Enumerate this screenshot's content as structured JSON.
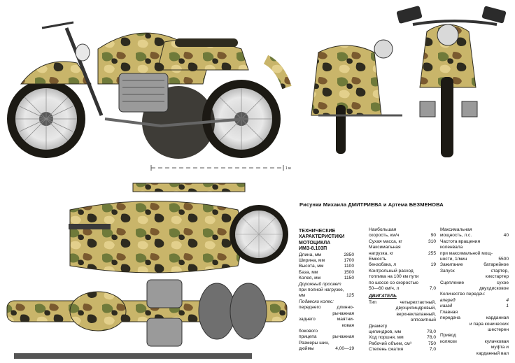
{
  "credit": "Рисунки Михаила ДМИТРИЕВА и Артема БЕЗМЕНОВА",
  "scale_label": "1 м",
  "colors": {
    "khaki": "#b7a25a",
    "olive": "#6f7a3a",
    "sand": "#e3d08c",
    "dark": "#2e2b1f",
    "brown": "#7a5a2f",
    "steel": "#8c8c8c",
    "chrome": "#cfcfcf"
  },
  "icons": [
    "motorcycle-side-view",
    "motorcycle-front-view",
    "motorcycle-top-view",
    "motorcycle-sidecar-side-view"
  ],
  "specs": {
    "title": "ТЕХНИЧЕСКИЕ ХАРАКТЕРИСТИКИ МОТОЦИКЛА ИМЗ-8.103П",
    "title_lines": [
      "ТЕХНИЧЕСКИЕ",
      "ХАРАКТЕРИСТИКИ",
      "МОТОЦИКЛА",
      "ИМЗ-8.103П"
    ],
    "dims": [
      {
        "label": "Длина, мм",
        "value": "2850"
      },
      {
        "label": "Ширина, мм",
        "value": "1700"
      },
      {
        "label": "Высота, мм",
        "value": "1100"
      },
      {
        "label": "База, мм",
        "value": "1500"
      },
      {
        "label": "Колея, мм",
        "value": "1150"
      }
    ],
    "clearance": {
      "label1": "Дорожный просвет",
      "label2": "при полной нагрузке,",
      "label3": "мм",
      "value": "125"
    },
    "suspension_title": "Подвески колес:",
    "suspension": [
      {
        "label": "переднего",
        "value": "длинно-"
      },
      {
        "label": "",
        "value": "рычажная"
      },
      {
        "label": "заднего",
        "value": "маятни-"
      },
      {
        "label": "",
        "value": "ковая"
      },
      {
        "label": "бокового",
        "value": ""
      },
      {
        "label": "прицепа",
        "value": "рычажная"
      }
    ],
    "tires": {
      "label1": "Размеры шин,",
      "label2": "дюймы",
      "value": "4,00—19"
    },
    "col2": [
      {
        "label": "Наибольшая",
        "value": ""
      },
      {
        "label": "скорость, км/ч",
        "value": "90"
      },
      {
        "label": "Сухая масса, кг",
        "value": "310"
      },
      {
        "label": "Максимальная",
        "value": ""
      },
      {
        "label": "нагрузка, кг",
        "value": "255"
      },
      {
        "label": "Емкость",
        "value": ""
      },
      {
        "label": "бензобака, л",
        "value": "19"
      },
      {
        "label": "Контрольный расход",
        "value": ""
      },
      {
        "label": "топлива на 100 км пути",
        "value": ""
      },
      {
        "label": "по шоссе со скоростью",
        "value": ""
      },
      {
        "label": "50—60 км/ч, л",
        "value": "7,0"
      }
    ],
    "engine_title": "ДВИГАТЕЛЬ",
    "engine_type": [
      "Тип",
      "четырехтактный,",
      "двухцилиндровый,",
      "верхнеклапанный,",
      "оппозитный"
    ],
    "engine": [
      {
        "label": "Диаметр",
        "value": ""
      },
      {
        "label": "цилиндров, мм",
        "value": "78,0"
      },
      {
        "label": "Ход поршня, мм",
        "value": "78,0"
      },
      {
        "label": "Рабочий объем, см³",
        "value": "750"
      },
      {
        "label": "Степень сжатия",
        "value": "7,0"
      }
    ],
    "col3": [
      {
        "label": "Максимальная",
        "value": ""
      },
      {
        "label": "мощность, л.с.",
        "value": "40"
      },
      {
        "label": "Частота вращения",
        "value": ""
      },
      {
        "label": "коленвала",
        "value": ""
      },
      {
        "label": "при максимальной мощ-",
        "value": ""
      },
      {
        "label": "ности, 1/мин",
        "value": "5500"
      },
      {
        "label": "Зажигание",
        "value": "батарейное"
      },
      {
        "label": "Запуск",
        "value": "стартер,"
      },
      {
        "label": "",
        "value": "кикстартер"
      },
      {
        "label": "Сцепление",
        "value": "сухое"
      },
      {
        "label": "",
        "value": "двухдисковое"
      },
      {
        "label": "Количество передач:",
        "value": ""
      },
      {
        "label": "вперед",
        "value": "4"
      },
      {
        "label": "назад",
        "value": "1"
      },
      {
        "label": "Главная",
        "value": ""
      },
      {
        "label": "передача",
        "value": "карданная"
      },
      {
        "label": "",
        "value": "и пара конических"
      },
      {
        "label": "",
        "value": "шестерен"
      },
      {
        "label": "Привод",
        "value": ""
      },
      {
        "label": "коляски",
        "value": "кулачковая"
      },
      {
        "label": "",
        "value": "муфта и"
      },
      {
        "label": "",
        "value": "карданный вал"
      }
    ]
  }
}
